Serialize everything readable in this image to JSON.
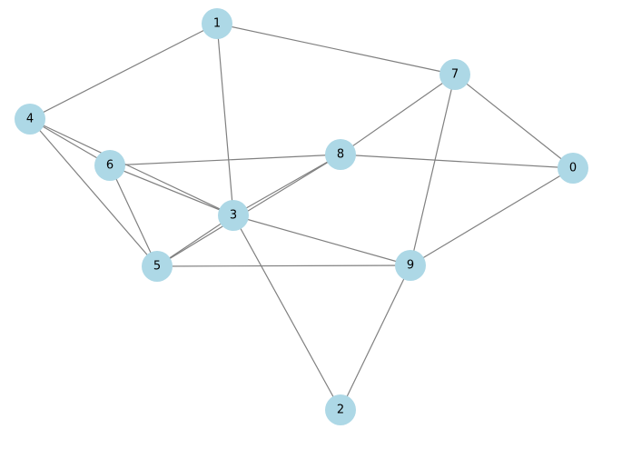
{
  "graph": {
    "node_color": "#add8e6",
    "edge_color": "#808080",
    "nodes": [
      "0",
      "1",
      "2",
      "3",
      "4",
      "5",
      "6",
      "7",
      "8",
      "9"
    ],
    "edges": [
      [
        "1",
        "4"
      ],
      [
        "1",
        "7"
      ],
      [
        "1",
        "3"
      ],
      [
        "7",
        "8"
      ],
      [
        "7",
        "0"
      ],
      [
        "7",
        "9"
      ],
      [
        "4",
        "6"
      ],
      [
        "4",
        "3"
      ],
      [
        "4",
        "5"
      ],
      [
        "6",
        "8"
      ],
      [
        "6",
        "3"
      ],
      [
        "6",
        "5"
      ],
      [
        "8",
        "0"
      ],
      [
        "8",
        "3"
      ],
      [
        "8",
        "5"
      ],
      [
        "3",
        "5"
      ],
      [
        "3",
        "9"
      ],
      [
        "3",
        "2"
      ],
      [
        "5",
        "9"
      ],
      [
        "9",
        "0"
      ],
      [
        "9",
        "2"
      ]
    ]
  }
}
